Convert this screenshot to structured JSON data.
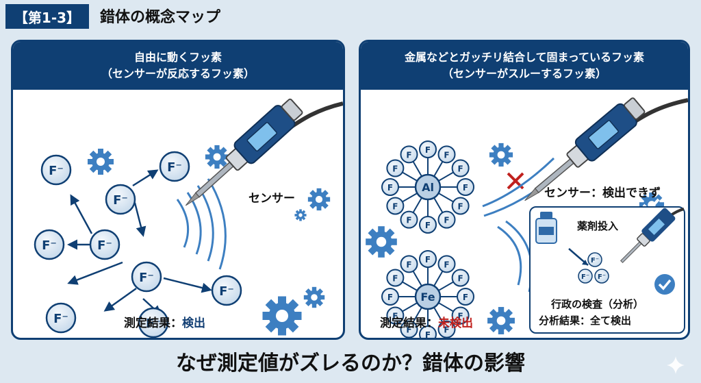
{
  "header": {
    "badge": "【第1-3】",
    "title": "錯体の概念マップ"
  },
  "left_panel": {
    "title_line1": "自由に動くフッ素",
    "title_line2": "（センサーが反応するフッ素）",
    "ion_label": "F⁻",
    "sensor_label": "センサー",
    "result_label": "測定結果：",
    "result_value": "検出"
  },
  "right_panel": {
    "title_line1": "金属などとガッチリ結合して固まっているフッ素",
    "title_line2": "（センサーがスルーするフッ素）",
    "complex_al": "Al",
    "complex_fe": "Fe",
    "ligand_label": "F",
    "sensor_label": "センサー：検出できず",
    "result_label": "測定結果：",
    "result_value": "未検出",
    "inset": {
      "reagent_label": "薬剤投入",
      "analysis_label": "行政の検査（分析）",
      "analysis_result": "分析結果：全て検出"
    }
  },
  "footer": {
    "title": "なぜ測定値がズレるのか？錯体の影響"
  },
  "colors": {
    "navy": "#0f3f73",
    "ion_fill": "#d9e6f2",
    "gear": "#3d7fc1",
    "red": "#c0211e"
  }
}
